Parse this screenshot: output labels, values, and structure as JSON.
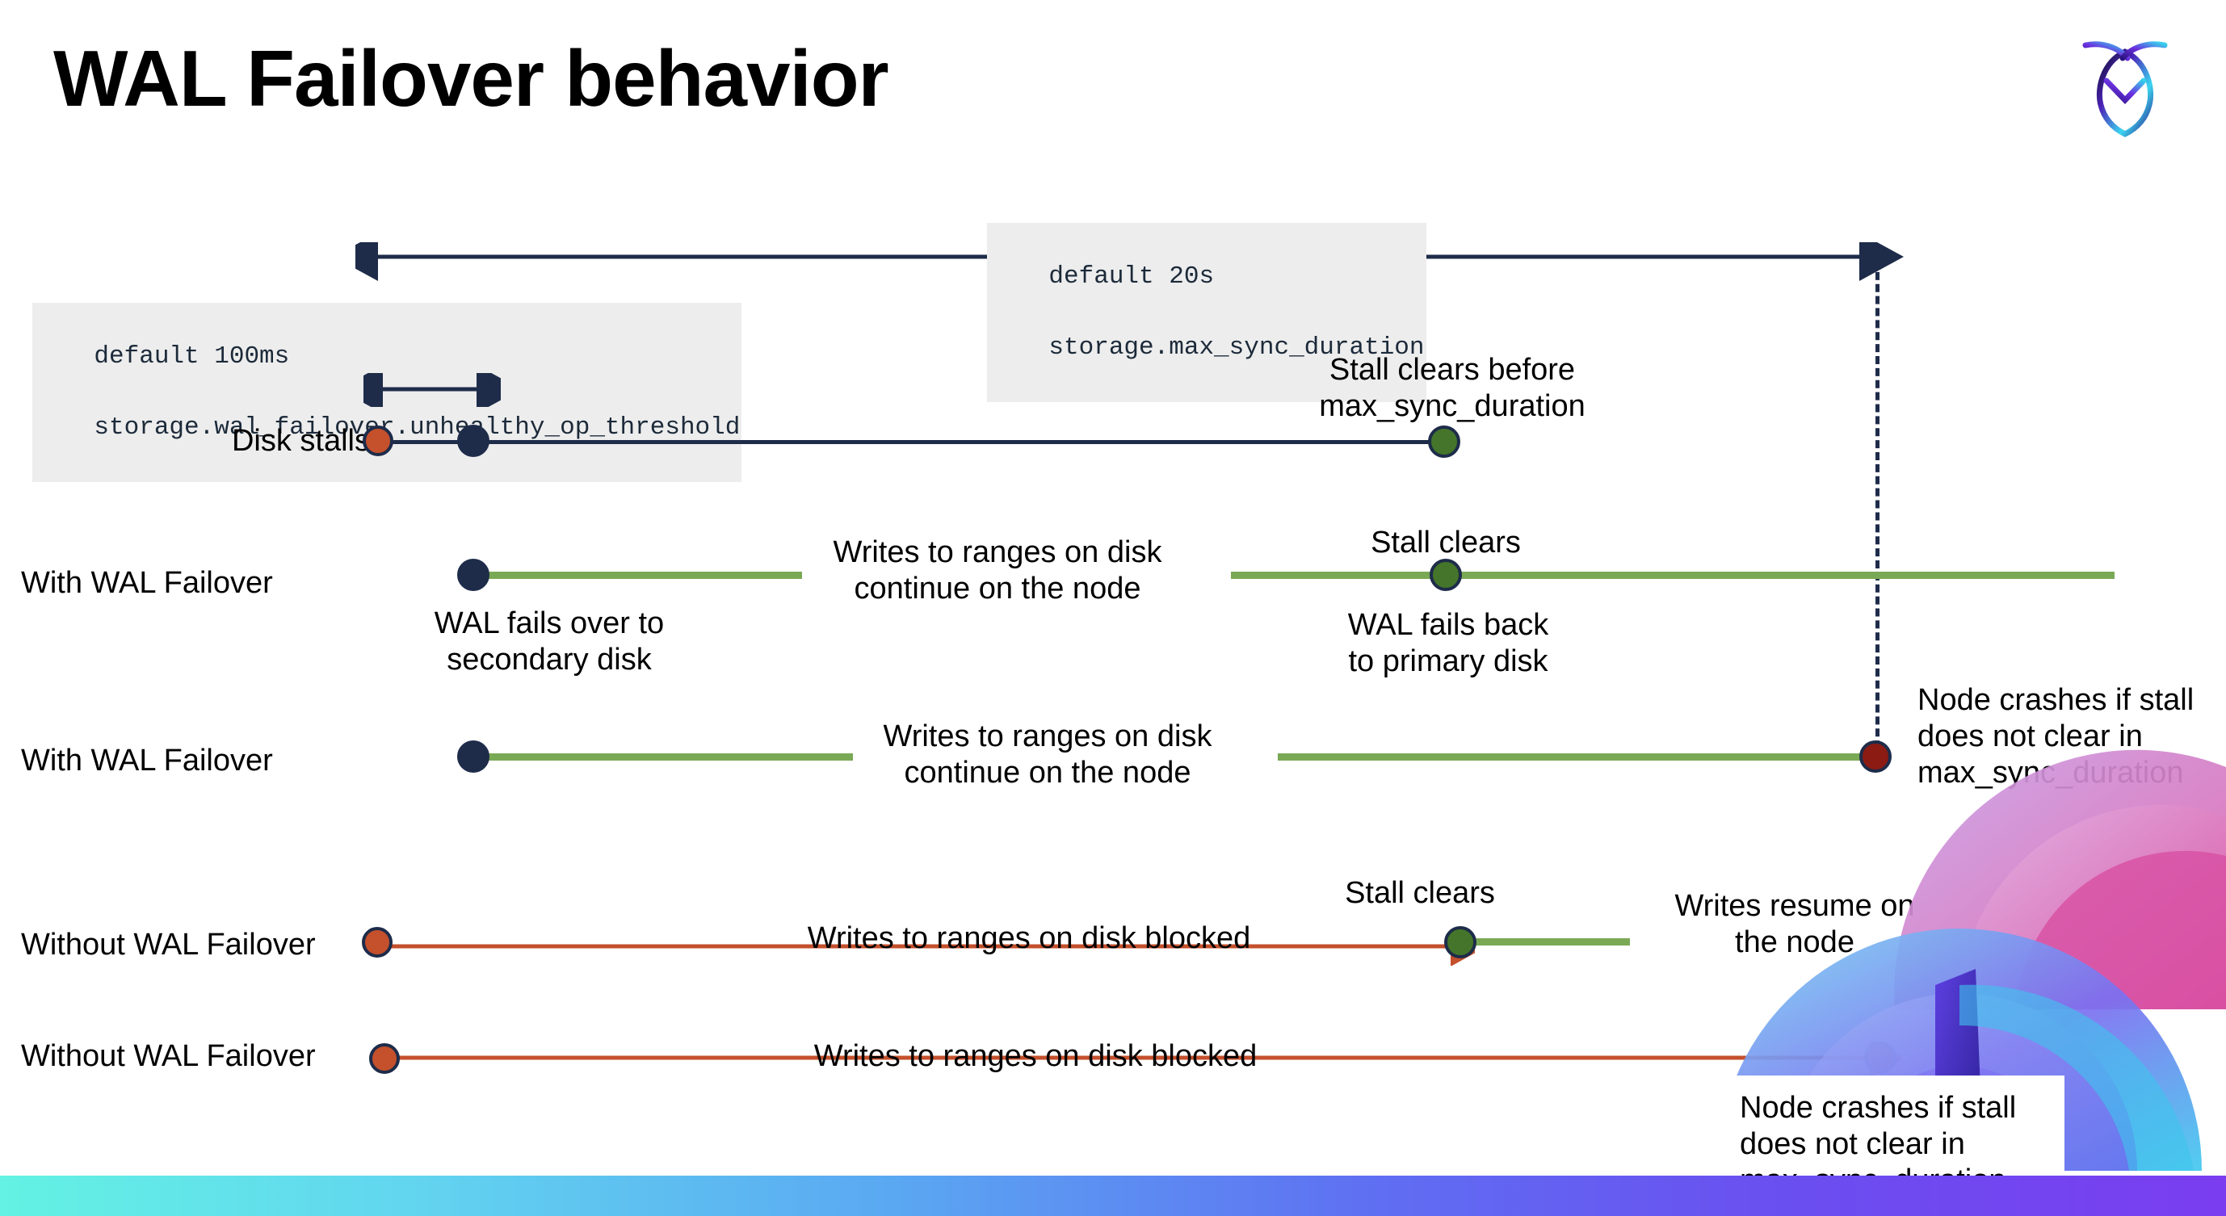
{
  "slide": {
    "title": "WAL Failover behavior",
    "brand_logo": "cockroachdb-logo"
  },
  "annotations": {
    "max_sync": {
      "line1": "default 20s",
      "line2": "storage.max_sync_duration"
    },
    "unhealthy": {
      "line1": "default 100ms",
      "line2": "storage.wal_failover.unhealthy_op_threshold"
    }
  },
  "rows": [
    {
      "name": "disk-stalls",
      "label": "Disk stalls",
      "notes": [
        "Stall clears before\nmax_sync_duration"
      ]
    },
    {
      "name": "with-wal-failover-recovers",
      "label": "With WAL Failover",
      "notes": [
        "WAL fails over to\nsecondary disk",
        "Writes to ranges on disk\ncontinue on the node",
        "Stall clears",
        "WAL fails  back\nto primary disk"
      ]
    },
    {
      "name": "with-wal-failover-crashes",
      "label": "With WAL Failover",
      "notes": [
        "Writes to ranges on disk\ncontinue on the node",
        "Node crashes if stall\ndoes not clear in\nmax_sync_duration"
      ]
    },
    {
      "name": "without-wal-failover-recovers",
      "label": "Without WAL Failover",
      "notes": [
        "Writes to ranges on disk  blocked",
        "Stall clears",
        "Writes resume on\nthe node"
      ]
    },
    {
      "name": "without-wal-failover-crashes",
      "label": "Without WAL Failover",
      "notes": [
        "Writes to ranges on disk  blocked",
        "Node crashes if stall\ndoes not clear in\nmax_sync_duration"
      ]
    }
  ],
  "colors": {
    "navy": "#1e2c4a",
    "green_line": "#7aa955",
    "green_dot": "#44752a",
    "orange": "#c4502c",
    "dark_red": "#8c1b13",
    "code_bg": "#ededed",
    "gradient_start": "#63f2e3",
    "gradient_end": "#7a3df0"
  },
  "legend": {
    "stall_start_marker": "orange-dot",
    "failover_marker": "navy-dot",
    "stall_clear_marker": "green-dot",
    "crash_marker": "dark-red-dot"
  }
}
